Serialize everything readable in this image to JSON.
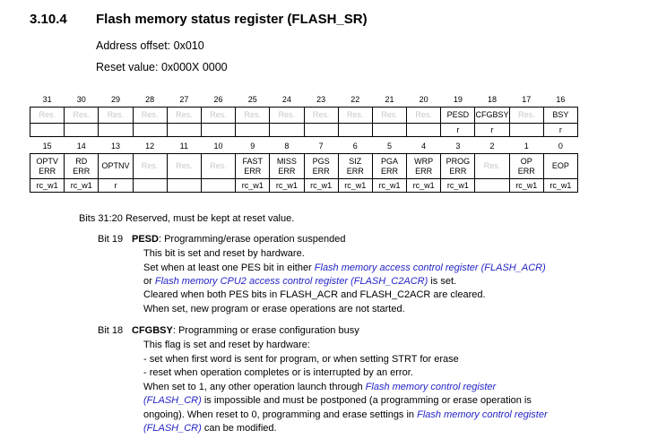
{
  "section": {
    "number": "3.10.4",
    "title": "Flash memory status register (FLASH_SR)",
    "address_offset": "Address offset: 0x010",
    "reset_value": "Reset value: 0x000X 0000"
  },
  "register": {
    "upper_bits": [
      "31",
      "30",
      "29",
      "28",
      "27",
      "26",
      "25",
      "24",
      "23",
      "22",
      "21",
      "20",
      "19",
      "18",
      "17",
      "16"
    ],
    "upper_names": [
      "Res.",
      "Res.",
      "Res.",
      "Res.",
      "Res.",
      "Res.",
      "Res.",
      "Res.",
      "Res.",
      "Res.",
      "Res.",
      "Res.",
      "PESD",
      "CFGBSY",
      "Res.",
      "BSY"
    ],
    "upper_access": [
      "",
      "",
      "",
      "",
      "",
      "",
      "",
      "",
      "",
      "",
      "",
      "",
      "r",
      "r",
      "",
      "r"
    ],
    "lower_bits": [
      "15",
      "14",
      "13",
      "12",
      "11",
      "10",
      "9",
      "8",
      "7",
      "6",
      "5",
      "4",
      "3",
      "2",
      "1",
      "0"
    ],
    "lower_names": [
      [
        "OPTV",
        "ERR"
      ],
      [
        "RD",
        "ERR"
      ],
      [
        "OPTNV"
      ],
      [
        "Res."
      ],
      [
        "Res."
      ],
      [
        "Res."
      ],
      [
        "FAST",
        "ERR"
      ],
      [
        "MISS",
        "ERR"
      ],
      [
        "PGS",
        "ERR"
      ],
      [
        "SIZ",
        "ERR"
      ],
      [
        "PGA",
        "ERR"
      ],
      [
        "WRP",
        "ERR"
      ],
      [
        "PROG",
        "ERR"
      ],
      [
        "Res."
      ],
      [
        "OP",
        "ERR"
      ],
      [
        "EOP"
      ]
    ],
    "lower_access": [
      "rc_w1",
      "rc_w1",
      "r",
      "",
      "",
      "",
      "rc_w1",
      "rc_w1",
      "rc_w1",
      "rc_w1",
      "rc_w1",
      "rc_w1",
      "rc_w1",
      "",
      "rc_w1",
      "rc_w1"
    ]
  },
  "descriptions": {
    "bits_31_20": "Bits 31:20  Reserved, must be kept at reset value.",
    "bit19": {
      "label": "Bit 19",
      "name": "PESD",
      "title": ": Programming/erase operation suspended",
      "l1": "This bit is set and reset by hardware.",
      "l2a": "Set when at least one PES bit in either ",
      "l2link": "Flash memory access control register (FLASH_ACR)",
      "l3a": "or ",
      "l3link": "Flash memory CPU2 access control register (FLASH_C2ACR)",
      "l3b": " is set.",
      "l4": "Cleared when both PES bits in FLASH_ACR and FLASH_C2ACR are cleared.",
      "l5": "When set, new program or erase operations are not started."
    },
    "bit18": {
      "label": "Bit 18",
      "name": "CFGBSY",
      "title": ": Programming or erase configuration busy",
      "l1": "This flag is set and reset by hardware:",
      "l2": "- set when first word is sent for program, or when setting STRT for erase",
      "l3": "- reset when operation completes or is interrupted by an error.",
      "l4a": "When set to 1, any other operation launch through ",
      "l4link": "Flash memory control register",
      "l5link": "(FLASH_CR)",
      "l5b": " is impossible and must be postponed (a programming or erase operation is",
      "l6a": "ongoing). When reset to 0, programming and erase settings in ",
      "l6link": "Flash memory control register",
      "l7link": "(FLASH_CR)",
      "l7b": " can be modified."
    }
  }
}
